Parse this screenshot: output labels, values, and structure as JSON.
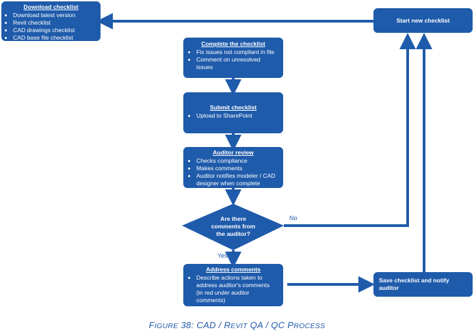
{
  "download": {
    "title": "Download checklist",
    "items": [
      "Download latest version",
      "Revit checklist",
      "CAD drawings checklist",
      "CAD base file checklist"
    ]
  },
  "start": {
    "title": "Start new checklist"
  },
  "complete": {
    "title": "Complete the checklist",
    "items": [
      "Fix issues not compliant in file",
      "Comment on unresolved issues"
    ]
  },
  "submit": {
    "title": "Submit checklist",
    "items": [
      "Upload to SharePoint"
    ]
  },
  "auditor": {
    "title": "Auditor review",
    "items": [
      "Checks compliance",
      "Makes comments",
      "Auditor notifies modeler / CAD designer when complete"
    ]
  },
  "decision": {
    "line1": "Are there",
    "line2": "comments from",
    "line3": "the auditor?",
    "no_label": "No",
    "yes_label": "Yes"
  },
  "address": {
    "title": "Address comments",
    "items": [
      "Describe actions taken to address auditor's comments (in red under auditor comments)"
    ]
  },
  "save": {
    "title": "Save checklist and notify auditor"
  },
  "caption": {
    "f1": "F",
    "r1": "IGURE",
    "num": " 38: CAD / R",
    "r2": "EVIT",
    "mid": " QA / QC P",
    "r3": "ROCESS"
  },
  "colors": {
    "box": "#1f5bab",
    "text": "#ffffff"
  }
}
